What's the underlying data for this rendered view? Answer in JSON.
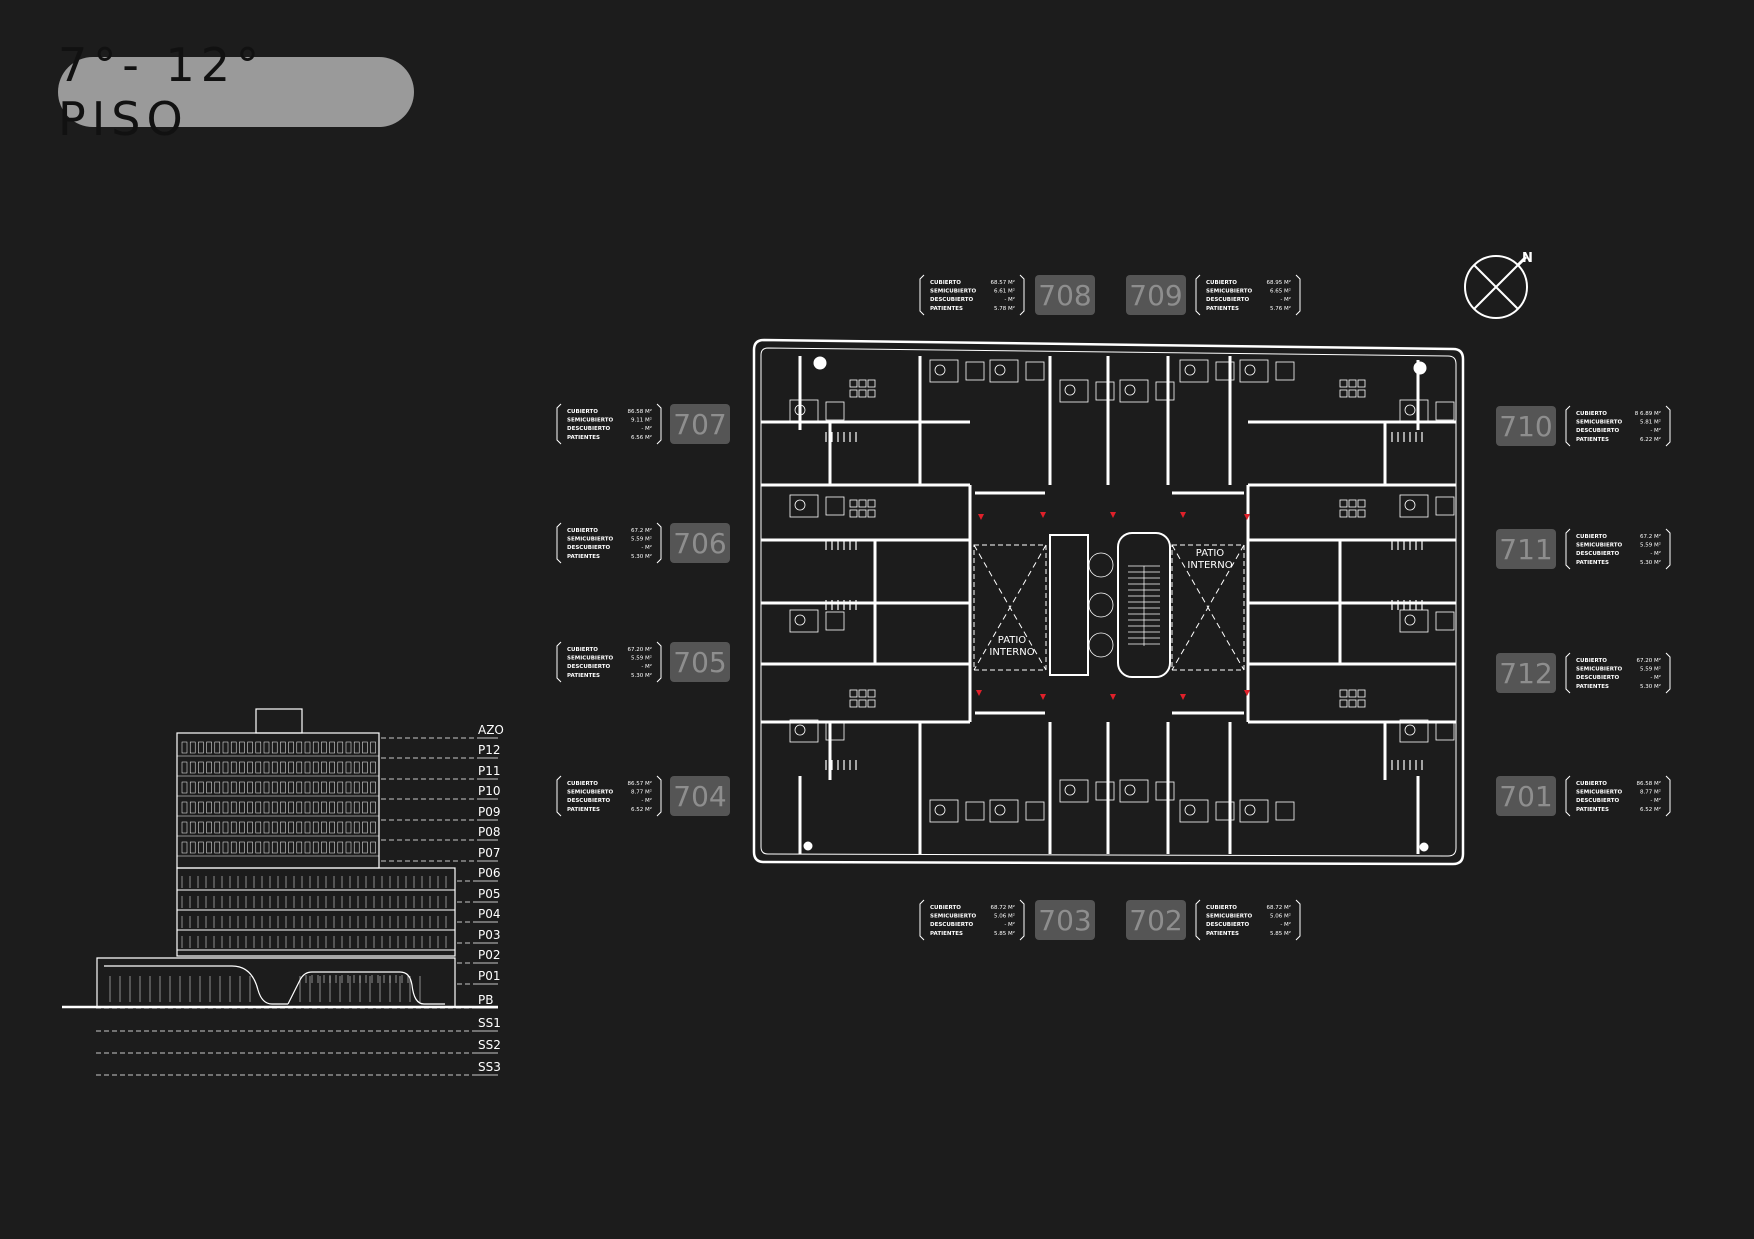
{
  "title": "7°- 12° PISO",
  "compass": {
    "label": "N",
    "icon": "north-arrow-icon"
  },
  "levels": [
    "AZO",
    "P12",
    "P11",
    "P10",
    "P09",
    "P08",
    "P07",
    "P06",
    "P05",
    "P04",
    "P03",
    "P02",
    "P01",
    "PB",
    "SS1",
    "SS2",
    "SS3"
  ],
  "patio_label_line1": "PATIO",
  "patio_label_line2": "INTERNO",
  "units": [
    {
      "id": "708",
      "rows": [
        [
          "CUBIERTO",
          "68.57 M²"
        ],
        [
          "SEMICUBIERTO",
          "6.61 M²"
        ],
        [
          "DESCUBIERTO",
          "- M²"
        ],
        [
          "PATIENTES",
          "5.78 M²"
        ]
      ]
    },
    {
      "id": "709",
      "rows": [
        [
          "CUBIERTO",
          "68.95 M²"
        ],
        [
          "SEMICUBIERTO",
          "6.65 M²"
        ],
        [
          "DESCUBIERTO",
          "- M²"
        ],
        [
          "PATIENTES",
          "5.76 M²"
        ]
      ]
    },
    {
      "id": "707",
      "rows": [
        [
          "CUBIERTO",
          "86.58 M²"
        ],
        [
          "SEMICUBIERTO",
          "9.11 M²"
        ],
        [
          "DESCUBIERTO",
          "- M²"
        ],
        [
          "PATIENTES",
          "6.56 M²"
        ]
      ]
    },
    {
      "id": "706",
      "rows": [
        [
          "CUBIERTO",
          "67.2 M²"
        ],
        [
          "SEMICUBIERTO",
          "5.59 M²"
        ],
        [
          "DESCUBIERTO",
          "- M²"
        ],
        [
          "PATIENTES",
          "5.30 M²"
        ]
      ]
    },
    {
      "id": "705",
      "rows": [
        [
          "CUBIERTO",
          "67.20 M²"
        ],
        [
          "SEMICUBIERTO",
          "5.59 M²"
        ],
        [
          "DESCUBIERTO",
          "- M²"
        ],
        [
          "PATIENTES",
          "5.30 M²"
        ]
      ]
    },
    {
      "id": "704",
      "rows": [
        [
          "CUBIERTO",
          "86.57 M²"
        ],
        [
          "SEMICUBIERTO",
          "8.77 M²"
        ],
        [
          "DESCUBIERTO",
          "- M²"
        ],
        [
          "PATIENTES",
          "6.52 M²"
        ]
      ]
    },
    {
      "id": "710",
      "rows": [
        [
          "CUBIERTO",
          "8 6.89 M²"
        ],
        [
          "SEMICUBIERTO",
          "5.81 M²"
        ],
        [
          "DESCUBIERTO",
          "- M²"
        ],
        [
          "PATIENTES",
          "6.22 M²"
        ]
      ]
    },
    {
      "id": "711",
      "rows": [
        [
          "CUBIERTO",
          "67.2 M²"
        ],
        [
          "SEMICUBIERTO",
          "5.59 M²"
        ],
        [
          "DESCUBIERTO",
          "- M²"
        ],
        [
          "PATIENTES",
          "5.30 M²"
        ]
      ]
    },
    {
      "id": "712",
      "rows": [
        [
          "CUBIERTO",
          "67.20 M²"
        ],
        [
          "SEMICUBIERTO",
          "5.59 M²"
        ],
        [
          "DESCUBIERTO",
          "- M²"
        ],
        [
          "PATIENTES",
          "5.30 M²"
        ]
      ]
    },
    {
      "id": "701",
      "rows": [
        [
          "CUBIERTO",
          "86.58 M²"
        ],
        [
          "SEMICUBIERTO",
          "8.77 M²"
        ],
        [
          "DESCUBIERTO",
          "- M²"
        ],
        [
          "PATIENTES",
          "6.52 M²"
        ]
      ]
    },
    {
      "id": "703",
      "rows": [
        [
          "CUBIERTO",
          "68.72 M²"
        ],
        [
          "SEMICUBIERTO",
          "5.06 M²"
        ],
        [
          "DESCUBIERTO",
          "- M²"
        ],
        [
          "PATIENTES",
          "5.85 M²"
        ]
      ]
    },
    {
      "id": "702",
      "rows": [
        [
          "CUBIERTO",
          "68.72 M²"
        ],
        [
          "SEMICUBIERTO",
          "5.06 M²"
        ],
        [
          "DESCUBIERTO",
          "- M²"
        ],
        [
          "PATIENTES",
          "5.85 M²"
        ]
      ]
    }
  ],
  "colors": {
    "background": "#1c1c1c",
    "pill": "#9a9a9a",
    "line": "#ffffff",
    "accent": "#e0202a",
    "unit_box": "#555555"
  }
}
